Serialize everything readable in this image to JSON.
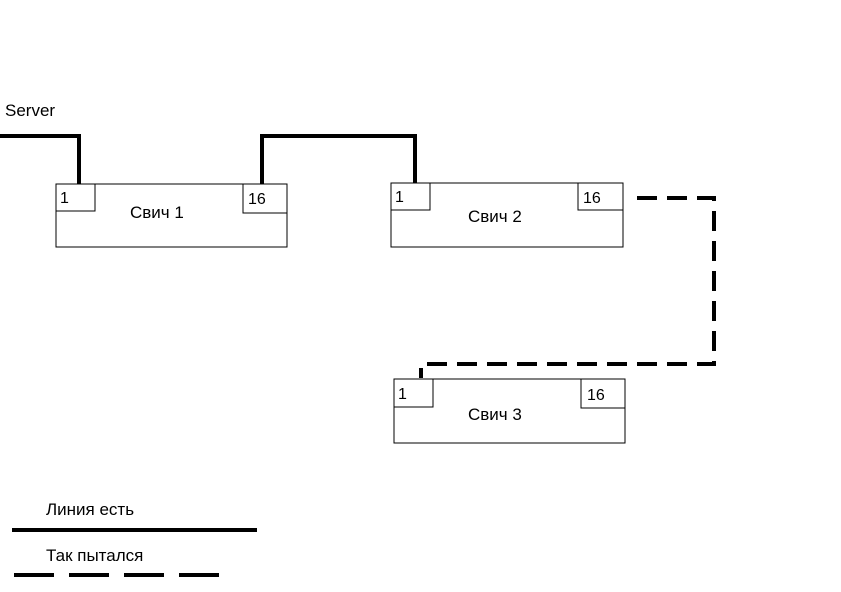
{
  "server": {
    "label": "Server"
  },
  "switches": [
    {
      "name": "Свич 1",
      "port_left": "1",
      "port_right": "16"
    },
    {
      "name": "Свич 2",
      "port_left": "1",
      "port_right": "16"
    },
    {
      "name": "Свич 3",
      "port_left": "1",
      "port_right": "16"
    }
  ],
  "legend": {
    "solid_label": "Линия есть",
    "dashed_label": "Так пытался"
  },
  "colors": {
    "line": "#000000",
    "background": "#ffffff"
  }
}
